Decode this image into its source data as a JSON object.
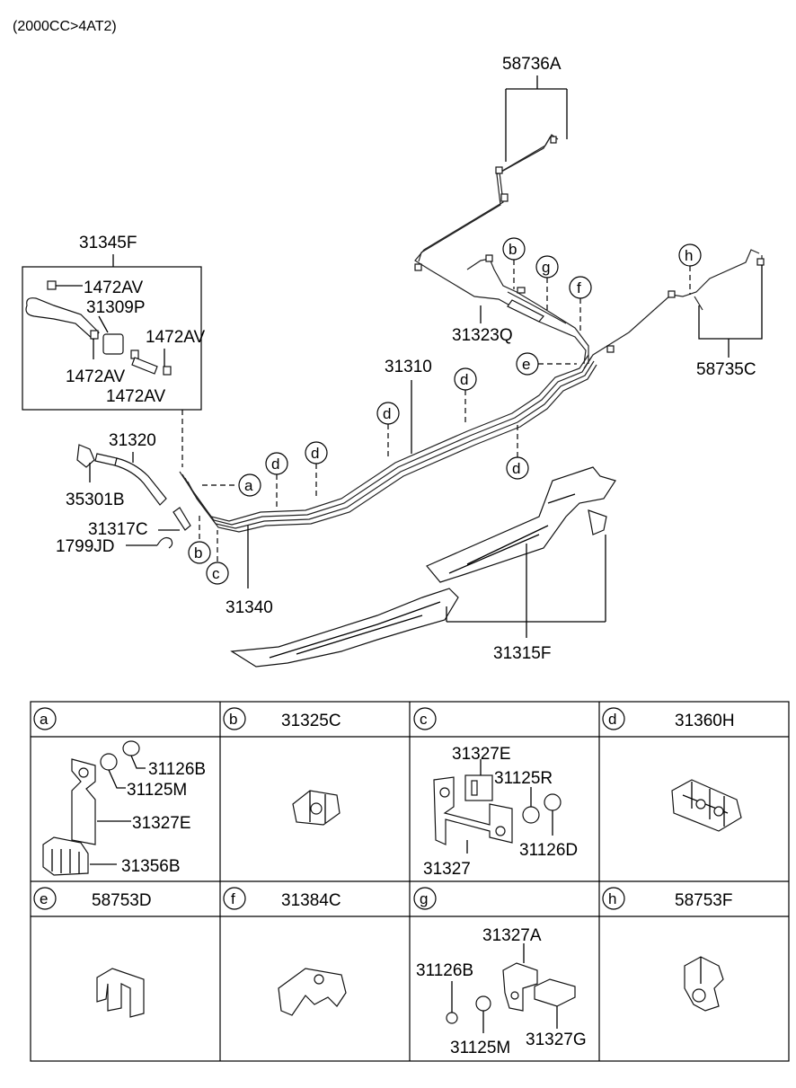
{
  "header": {
    "model_note": "(2000CC>4AT2)"
  },
  "callouts": {
    "p58736A": "58736A",
    "p31345F": "31345F",
    "p1472AV_1": "1472AV",
    "p31309P": "31309P",
    "p1472AV_2": "1472AV",
    "p1472AV_3": "1472AV",
    "p1472AV_4": "1472AV",
    "p31310": "31310",
    "p31323Q": "31323Q",
    "p58735C": "58735C",
    "p31320": "31320",
    "p35301B": "35301B",
    "p31317C": "31317C",
    "p1799JD": "1799JD",
    "p31340": "31340",
    "p31315F": "31315F"
  },
  "circle_letters": {
    "a": "a",
    "b": "b",
    "c": "c",
    "d": "d",
    "e": "e",
    "f": "f",
    "g": "g",
    "h": "h"
  },
  "table": {
    "row1": [
      {
        "letter": "a",
        "part": ""
      },
      {
        "letter": "b",
        "part": "31325C"
      },
      {
        "letter": "c",
        "part": ""
      },
      {
        "letter": "d",
        "part": "31360H"
      }
    ],
    "row2": [
      {
        "letter": "e",
        "part": "58753D"
      },
      {
        "letter": "f",
        "part": "31384C"
      },
      {
        "letter": "g",
        "part": ""
      },
      {
        "letter": "h",
        "part": "58753F"
      }
    ],
    "cell_a": [
      "31126B",
      "31125M",
      "31327E",
      "31356B"
    ],
    "cell_c": [
      "31327E",
      "31125R",
      "31327",
      "31126D"
    ],
    "cell_g": [
      "31327A",
      "31126B",
      "31125M",
      "31327G"
    ]
  }
}
